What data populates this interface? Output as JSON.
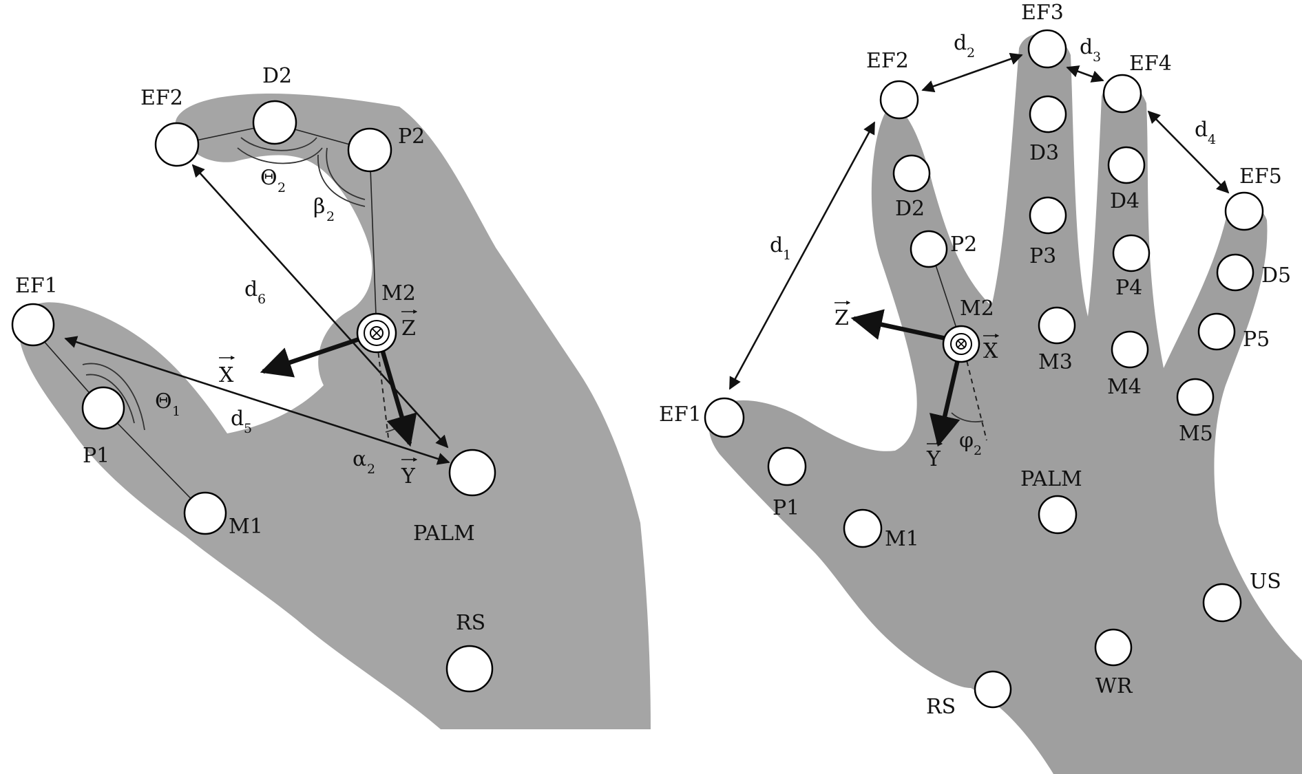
{
  "left_hand": {
    "markers": [
      "EF1",
      "P1",
      "M1",
      "EF2",
      "D2",
      "P2",
      "M2",
      "PALM",
      "RS"
    ],
    "angles": {
      "theta1": "Θ",
      "theta1_sub": "1",
      "theta2": "Θ",
      "theta2_sub": "2",
      "beta2": "β",
      "beta2_sub": "2",
      "alpha2": "α",
      "alpha2_sub": "2"
    },
    "distances": {
      "d5": "d",
      "d5_sub": "5",
      "d6": "d",
      "d6_sub": "6"
    },
    "axes": {
      "x": "X",
      "y": "Y",
      "z": "Z"
    }
  },
  "right_hand": {
    "markers": [
      "EF1",
      "P1",
      "M1",
      "EF2",
      "D2",
      "P2",
      "M2",
      "EF3",
      "D3",
      "P3",
      "M3",
      "EF4",
      "D4",
      "P4",
      "M4",
      "EF5",
      "D5",
      "P5",
      "M5",
      "PALM",
      "US",
      "WR",
      "RS"
    ],
    "angles": {
      "phi2": "φ",
      "phi2_sub": "2"
    },
    "distances": {
      "d1": "d",
      "d1_sub": "1",
      "d2": "d",
      "d2_sub": "2",
      "d3": "d",
      "d3_sub": "3",
      "d4": "d",
      "d4_sub": "4"
    },
    "axes": {
      "x": "X",
      "y": "Y",
      "z": "Z"
    }
  }
}
